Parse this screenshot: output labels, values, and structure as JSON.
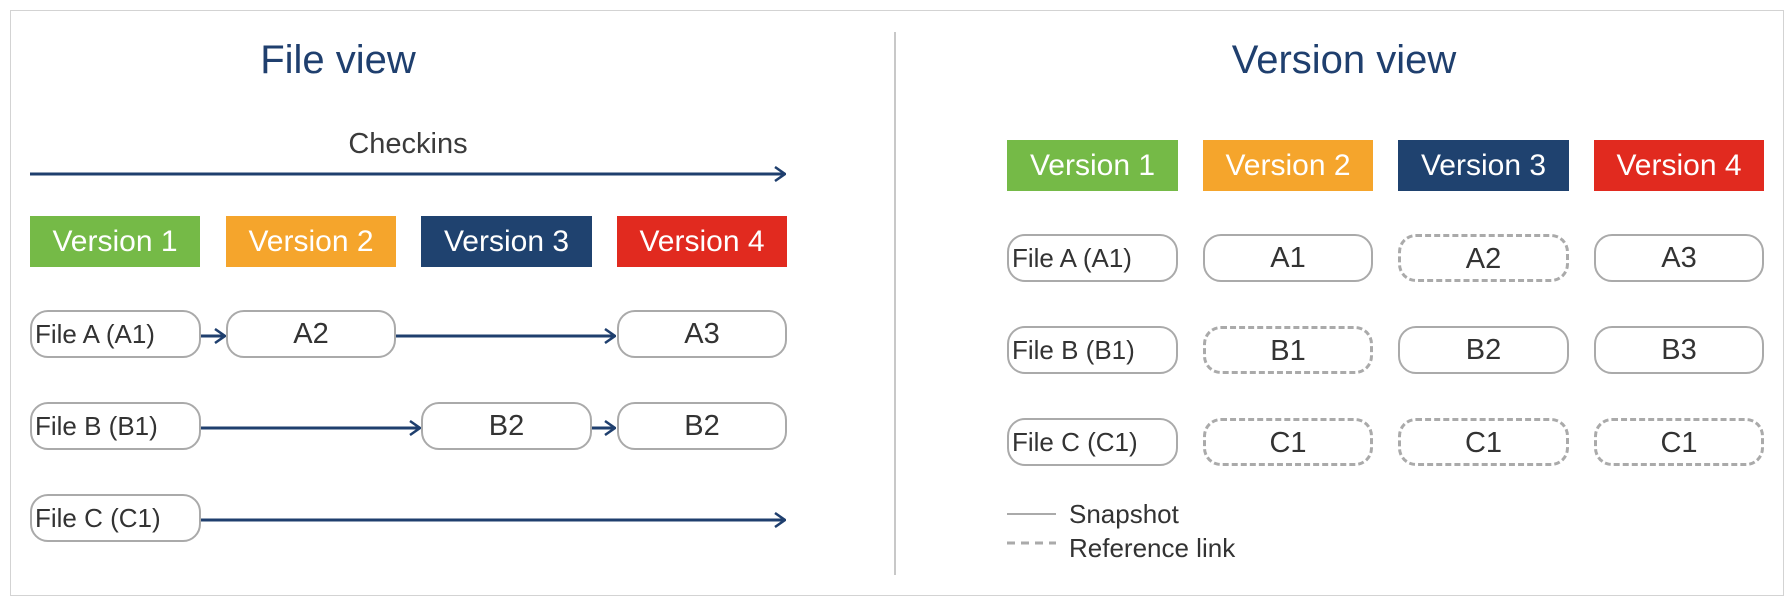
{
  "colors": {
    "v1": "#75ba47",
    "v2": "#f5a52c",
    "v3": "#1f426f",
    "v4": "#e12a1f",
    "arrow": "#1f3f6e",
    "border": "#aaaaaa"
  },
  "file_view": {
    "title": "File view",
    "timeline_label": "Checkins",
    "versions": [
      "Version 1",
      "Version 2",
      "Version 3",
      "Version 4"
    ],
    "rows": [
      {
        "file": "File A (A1)",
        "cells": [
          "",
          "A2",
          "",
          "A3"
        ]
      },
      {
        "file": "File B (B1)",
        "cells": [
          "",
          "",
          "B2",
          "B2"
        ]
      },
      {
        "file": "File C (C1)",
        "cells": [
          "",
          "",
          "",
          ""
        ]
      }
    ]
  },
  "version_view": {
    "title": "Version view",
    "versions": [
      "Version 1",
      "Version 2",
      "Version 3",
      "Version 4"
    ],
    "rows": [
      {
        "file": "File A (A1)",
        "cells": [
          "A1",
          "A2",
          "A3"
        ]
      },
      {
        "file": "File B (B1)",
        "cells": [
          "B1",
          "B2",
          "B3"
        ]
      },
      {
        "file": "File C (C1)",
        "cells": [
          "C1",
          "C1",
          "C1"
        ]
      }
    ]
  },
  "legend": {
    "snapshot": "Snapshot",
    "reference": "Reference link"
  }
}
